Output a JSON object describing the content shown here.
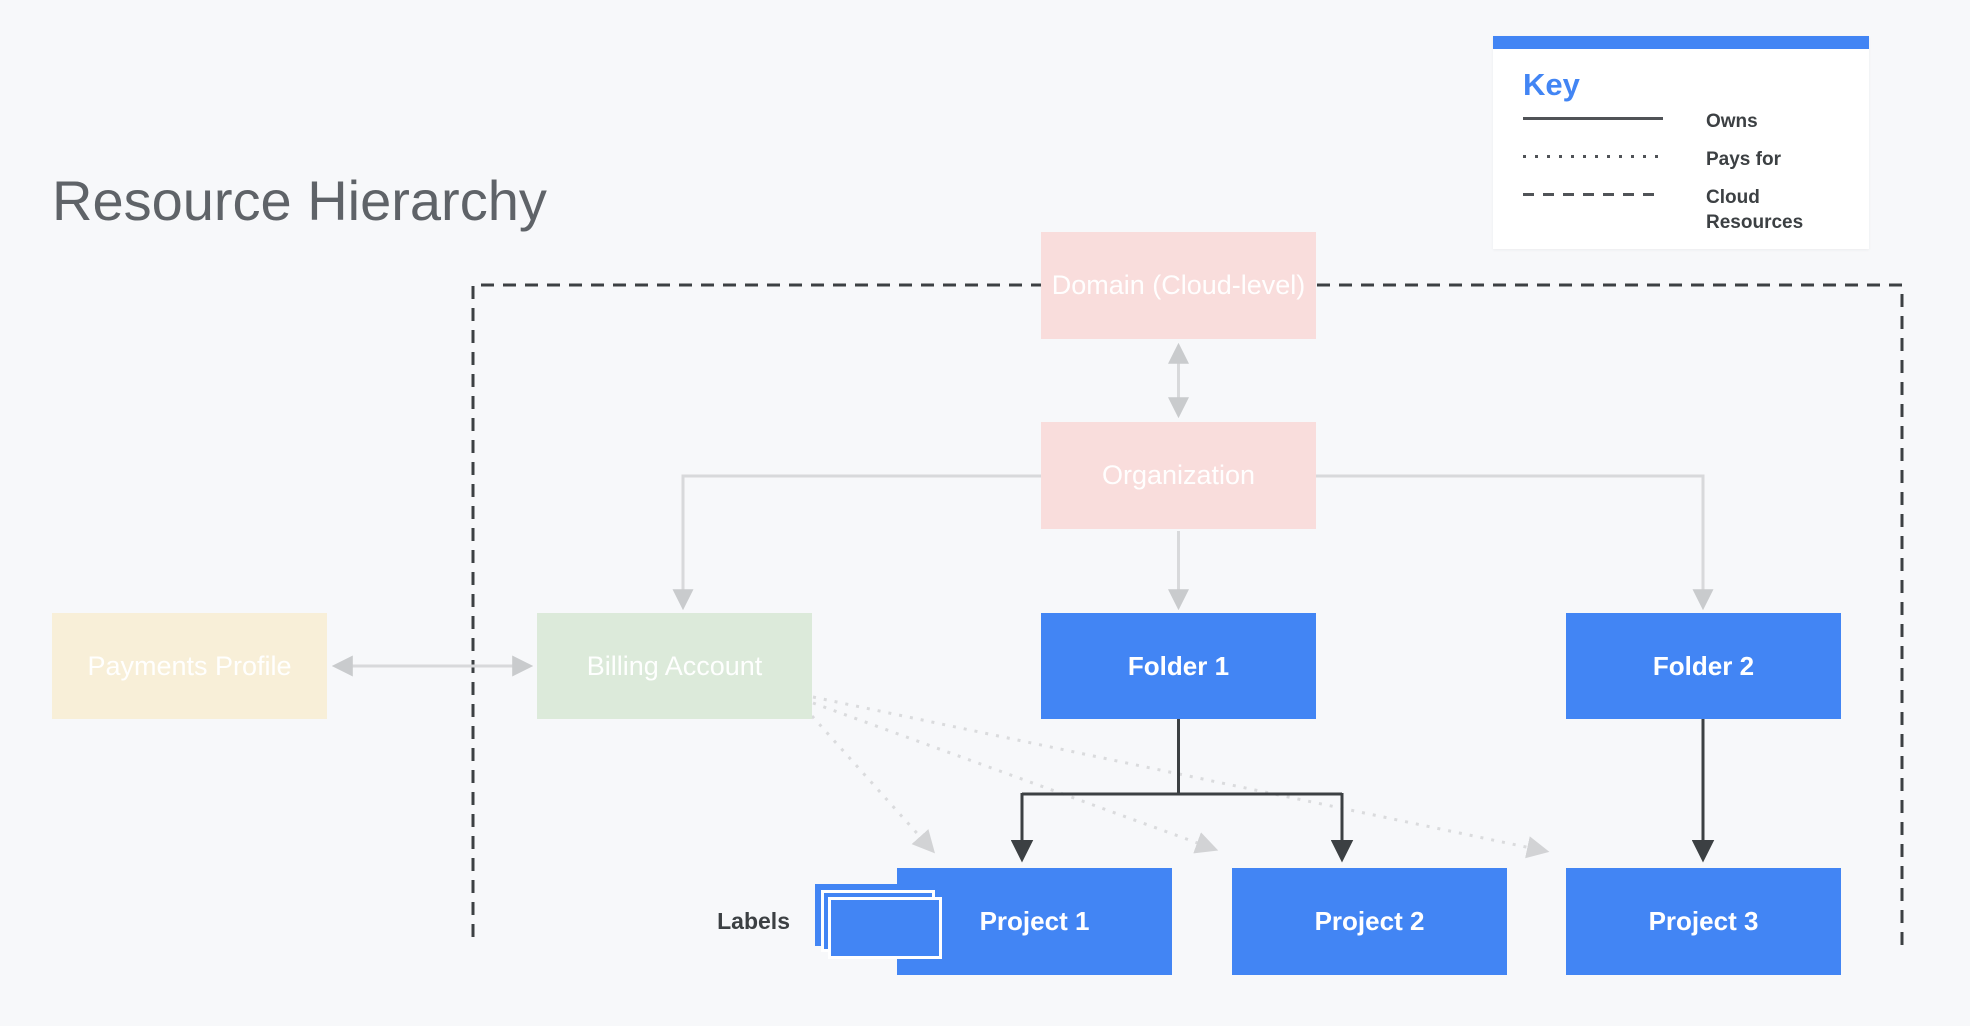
{
  "title": "Resource Hierarchy",
  "key": {
    "heading": "Key",
    "items": [
      {
        "line_style": "solid",
        "label": "Owns"
      },
      {
        "line_style": "dotted",
        "label": "Pays for"
      },
      {
        "line_style": "dashed",
        "label": "Cloud Resources"
      }
    ]
  },
  "nodes": {
    "domain": {
      "label": "Domain (Cloud-level)",
      "color": "#f9dddc"
    },
    "organization": {
      "label": "Organization",
      "color": "#f9dddc"
    },
    "payments_profile": {
      "label": "Payments Profile",
      "color": "#f8efd8"
    },
    "billing_account": {
      "label": "Billing Account",
      "color": "#dceada"
    },
    "folder_1": {
      "label": "Folder 1",
      "color": "#4285f4"
    },
    "folder_2": {
      "label": "Folder 2",
      "color": "#4285f4"
    },
    "project_1": {
      "label": "Project 1",
      "color": "#4285f4"
    },
    "project_2": {
      "label": "Project 2",
      "color": "#4285f4"
    },
    "project_3": {
      "label": "Project 3",
      "color": "#4285f4"
    }
  },
  "annotations": {
    "labels_caption": "Labels"
  },
  "colors": {
    "background": "#f7f8fa",
    "accent_blue": "#4285f4",
    "title_gray": "#5f6368",
    "dark_line": "#3c4043",
    "gray_line": "#d8d9db",
    "pale_dotted_line": "#dadbdd"
  }
}
